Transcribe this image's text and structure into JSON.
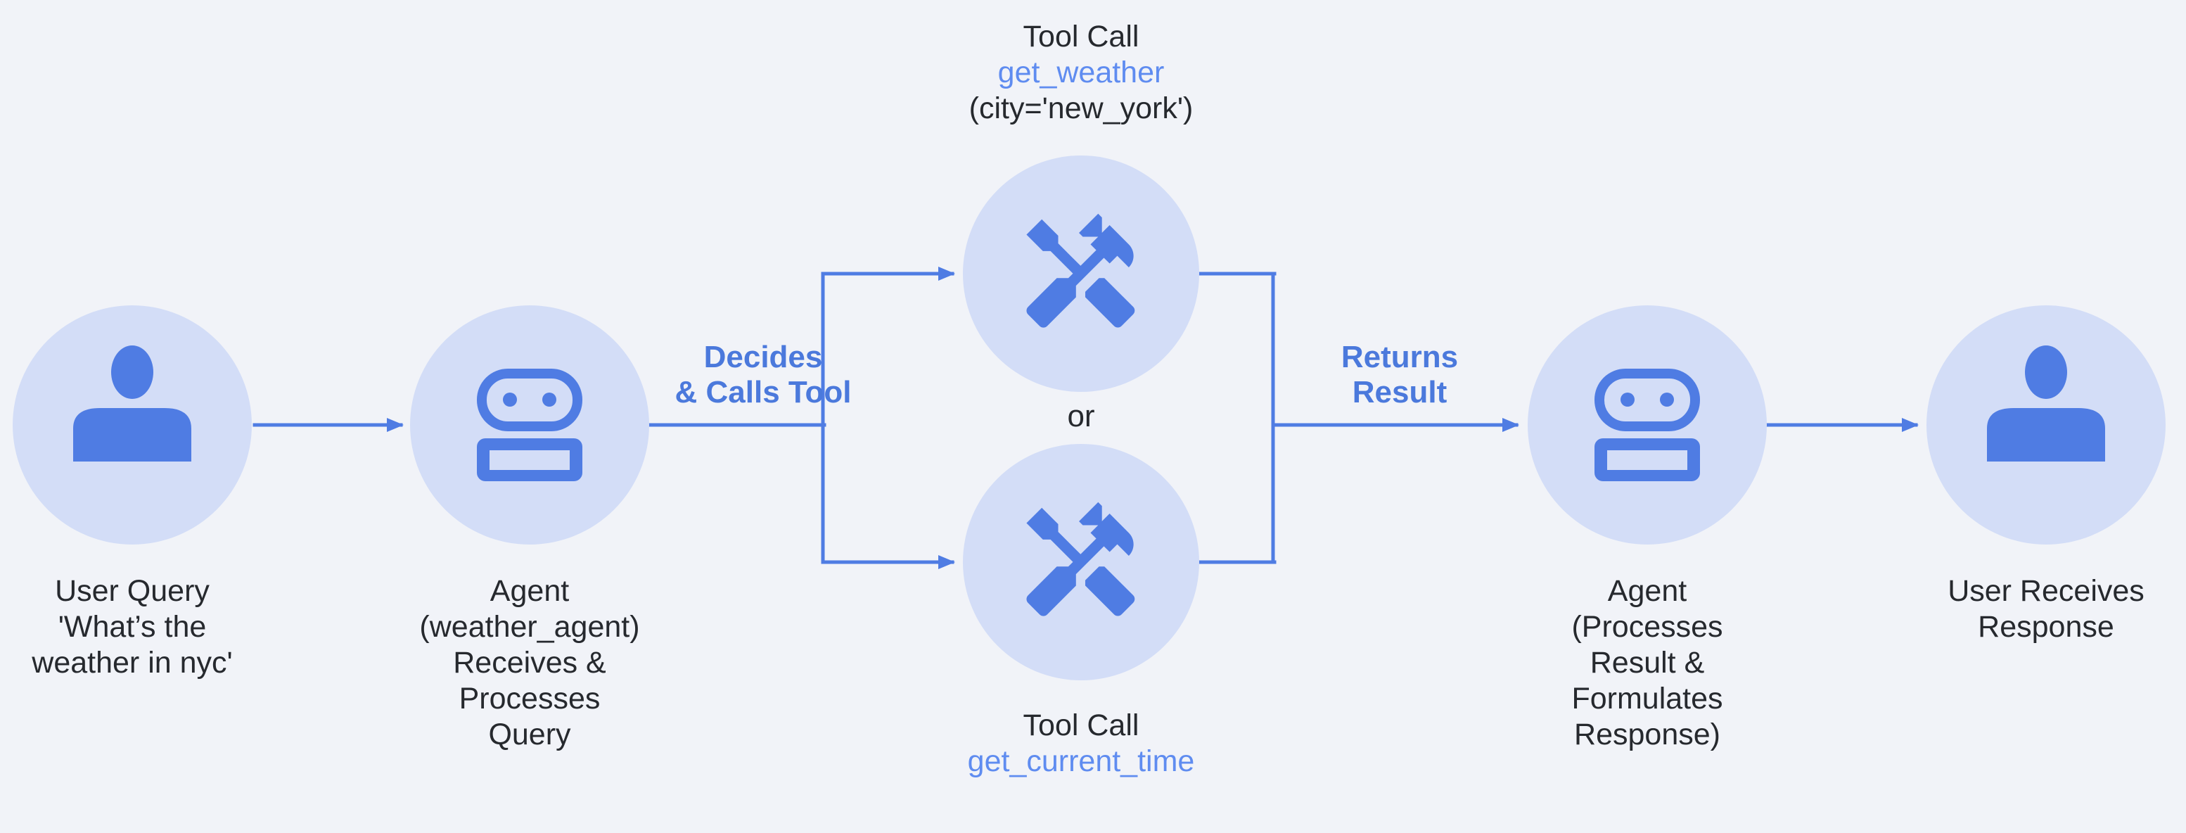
{
  "colors": {
    "background": "#f1f3f8",
    "accent_blue": "#4f7ce3",
    "circle_fill": "#d3ddf7",
    "function_blue": "#5f8cf0",
    "edge_label_blue": "#4b79dc",
    "text_dark": "#26292e"
  },
  "nodes": {
    "user_query": {
      "icon": "person-icon",
      "caption_lines": [
        "User Query",
        "'What’s the",
        "weather in nyc'"
      ]
    },
    "agent_receives": {
      "icon": "robot-icon",
      "caption_lines": [
        "Agent",
        "(weather_agent)",
        "Receives &",
        "Processes",
        "Query"
      ]
    },
    "tool_get_weather": {
      "icon": "handyman-icon",
      "heading": "Tool Call",
      "function_name": "get_weather",
      "arguments": "(city='new_york')"
    },
    "tool_get_current_time": {
      "icon": "handyman-icon",
      "heading": "Tool Call",
      "function_name": "get_current_time"
    },
    "agent_processes": {
      "icon": "robot-icon",
      "caption_lines": [
        "Agent",
        "(Processes",
        "Result &",
        "Formulates",
        "Response)"
      ]
    },
    "user_receives": {
      "icon": "person-icon",
      "caption_lines": [
        "User Receives",
        "Response"
      ]
    }
  },
  "edge_labels": {
    "decides_lines": [
      "Decides",
      "& Calls Tool"
    ],
    "returns_lines": [
      "Returns",
      "Result"
    ],
    "or": "or"
  }
}
